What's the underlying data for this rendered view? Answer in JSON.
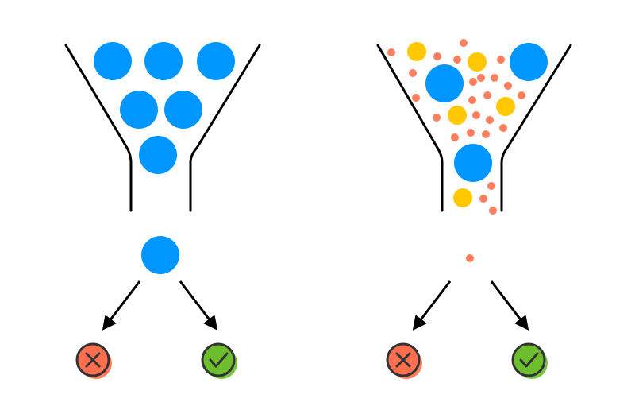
{
  "colors": {
    "background": "#ffffff",
    "funnel_stroke": "#000000",
    "blue_ball": "#0096FF",
    "yellow_ball": "#FFC800",
    "orange_dot": "#FF7F5F",
    "reject_fill": "#FF6F4F",
    "reject_shadow": "#FF6F4F",
    "accept_fill": "#6DBE2D",
    "accept_shadow": "#6DBE2D",
    "outline": "#333333",
    "arrow": "#000000"
  },
  "icons": {
    "reject": "close-icon",
    "accept": "check-icon"
  },
  "diagrams": [
    {
      "name": "uniform-funnel",
      "contents": [
        "blue",
        "blue",
        "blue",
        "blue",
        "blue",
        "blue"
      ],
      "output": "blue"
    },
    {
      "name": "mixed-funnel",
      "contents": [
        "blue",
        "blue",
        "blue",
        "yellow",
        "yellow",
        "yellow",
        "yellow",
        "yellow",
        "yellow",
        "orange"
      ],
      "output": "orange"
    }
  ]
}
